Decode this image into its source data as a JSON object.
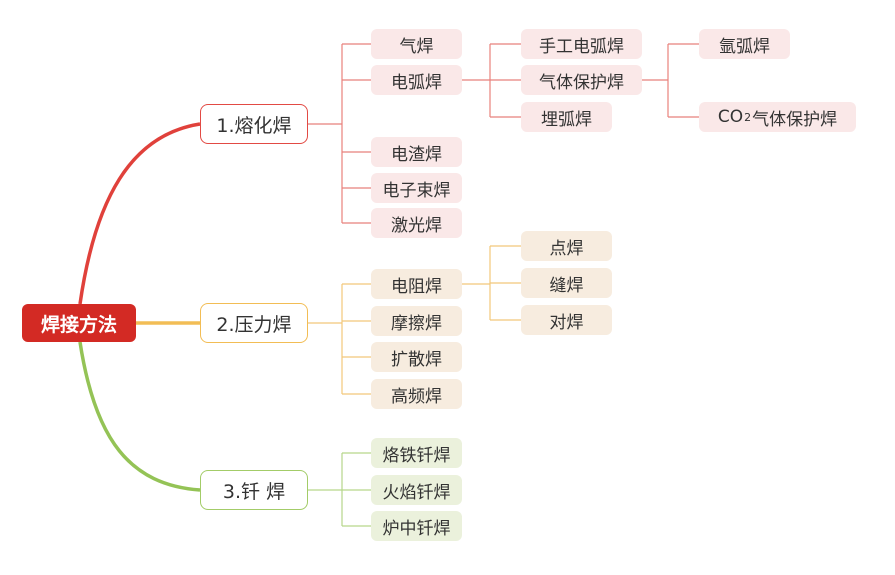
{
  "root": "焊接方法",
  "branches": {
    "fusion": {
      "label": "1.熔化焊",
      "items": [
        "气焊",
        "电弧焊",
        "电渣焊",
        "电子束焊",
        "激光焊"
      ],
      "arc": {
        "items": [
          "手工电弧焊",
          "气体保护焊",
          "埋弧焊"
        ],
        "gas": {
          "items": [
            "氩弧焊",
            "CO",
            "2",
            "气体保护焊"
          ]
        }
      }
    },
    "pressure": {
      "label": "2.压力焊",
      "items": [
        "电阻焊",
        "摩擦焊",
        "扩散焊",
        "高频焊"
      ],
      "resistance": {
        "items": [
          "点焊",
          "缝焊",
          "对焊"
        ]
      }
    },
    "brazing": {
      "label": "3.钎 焊",
      "items": [
        "烙铁钎焊",
        "火焰钎焊",
        "炉中钎焊"
      ]
    }
  },
  "colors": {
    "root": "#d32a24",
    "fusion": "#e24a44",
    "pressure": "#f2bd55",
    "brazing": "#a3cc68",
    "fusion_fill": "#fae8e8",
    "pressure_fill": "#f7ecdf",
    "brazing_fill": "#ebf1dc"
  }
}
